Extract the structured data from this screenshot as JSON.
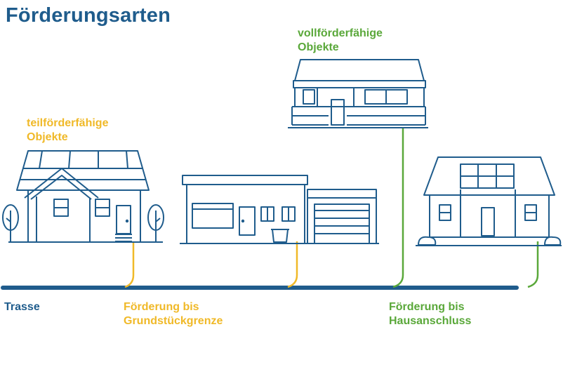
{
  "title": "Förderungsarten",
  "labels": {
    "teil": [
      "teilförderfähige",
      "Objekte"
    ],
    "voll": [
      "vollförderfähige",
      "Objekte"
    ],
    "trasse": "Trasse",
    "grenze": [
      "Förderung bis",
      "Grundstückgrenze"
    ],
    "anschluss": [
      "Förderung bis",
      "Hausanschluss"
    ]
  },
  "colors": {
    "blue": "#1f5c8c",
    "yellow": "#f0b928",
    "green": "#5aa83a"
  },
  "icons": [
    "house-gable-icon",
    "bungalow-garage-icon",
    "cabin-icon",
    "house-solar-icon",
    "tree-icon",
    "trash-bin-icon"
  ]
}
